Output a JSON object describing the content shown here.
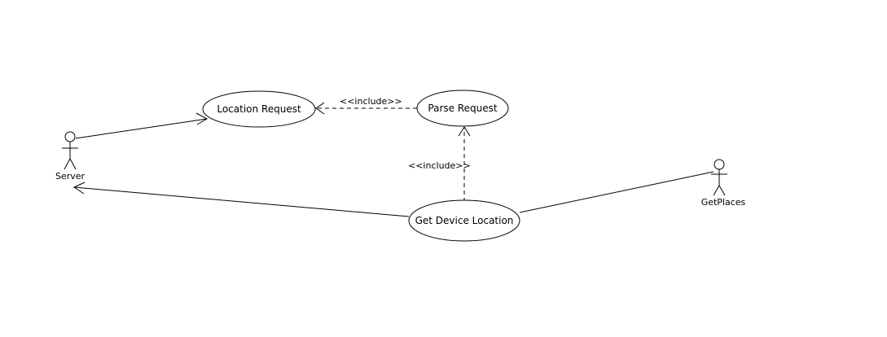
{
  "diagram": {
    "actors": {
      "server": {
        "name": "Server"
      },
      "getplaces": {
        "name": "GetPlaces"
      }
    },
    "use_cases": {
      "location_request": {
        "name": "Location Request"
      },
      "parse_request": {
        "name": "Parse Request"
      },
      "get_device_location": {
        "name": "Get Device Location"
      }
    },
    "relationships": {
      "parse_includes_location": {
        "stereotype": "<<include>>"
      },
      "device_includes_parse": {
        "stereotype": "<<include>>"
      }
    }
  }
}
